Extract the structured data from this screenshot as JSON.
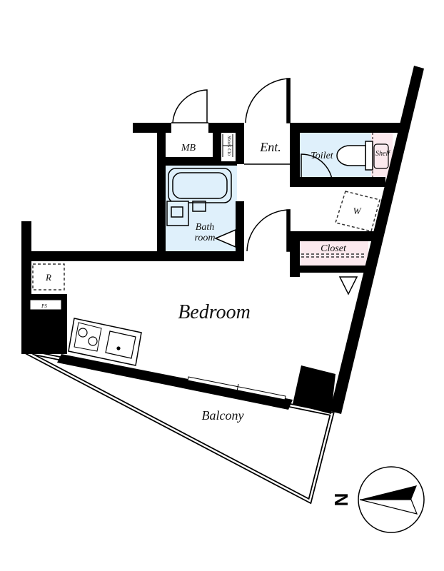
{
  "rooms": {
    "mb": "MB",
    "shoes": "Shoes Clo",
    "entrance": "Ent.",
    "toilet": "Toilet",
    "shelf": "Shelf",
    "washer": "W",
    "bath_line1": "Bath",
    "bath_line2": "room",
    "closet": "Closet",
    "refrigerator": "R",
    "ps": "PS",
    "bedroom": "Bedroom",
    "balcony": "Balcony"
  },
  "compass": {
    "north": "N"
  },
  "colors": {
    "wall": "#000000",
    "wet_area": "#dff0fb",
    "closet_fill": "#fbe9ee",
    "dashed": "#333333"
  }
}
